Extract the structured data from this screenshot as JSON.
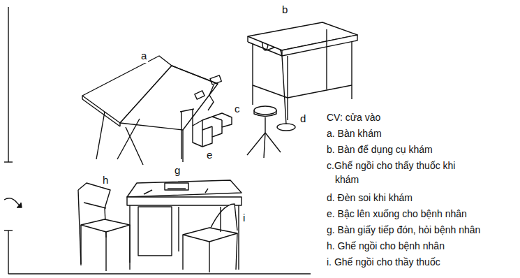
{
  "diagram": {
    "labels": [
      "a",
      "b",
      "c",
      "d",
      "e",
      "g",
      "h",
      "i",
      "CV: cửa vào",
      "a. Bàn khám",
      "b. Bàn để dụng cụ khám",
      "c.Ghế ngồi cho thấy thuốc khi khám",
      "d. Đèn soi khi khám",
      "e. Bậc lên xuống cho bệnh nhân",
      "g. Bàn giấy tiếp đón, hỏi bệnh nhân",
      "h. Ghế ngồi cho bệnh nhân",
      "i. Ghế ngồi cho thầy thuốc"
    ]
  }
}
